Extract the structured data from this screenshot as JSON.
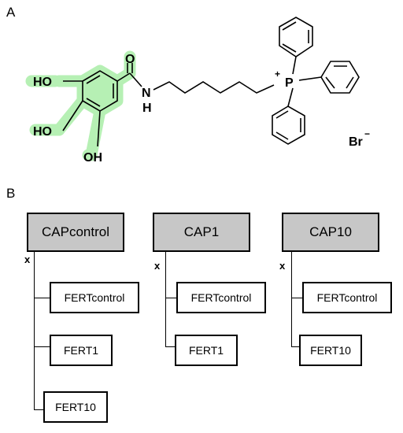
{
  "panel_a": {
    "label": "A",
    "atoms": {
      "ho_top": "HO",
      "ho_mid": "HO",
      "oh_bottom": "OH",
      "oxygen": "O",
      "n": "N",
      "h": "H",
      "p": "P",
      "p_charge": "+",
      "br": "Br",
      "br_charge": "−"
    },
    "highlight_color": "#b6f0b4"
  },
  "panel_b": {
    "label": "B",
    "cross_symbol": "x",
    "groups": [
      {
        "name": "CAPcontrol",
        "subgroups": [
          "FERTcontrol",
          "FERT1",
          "FERT10"
        ]
      },
      {
        "name": "CAP1",
        "subgroups": [
          "FERTcontrol",
          "FERT1"
        ]
      },
      {
        "name": "CAP10",
        "subgroups": [
          "FERTcontrol",
          "FERT10"
        ]
      }
    ],
    "header_fill": "#c7c7c7"
  }
}
